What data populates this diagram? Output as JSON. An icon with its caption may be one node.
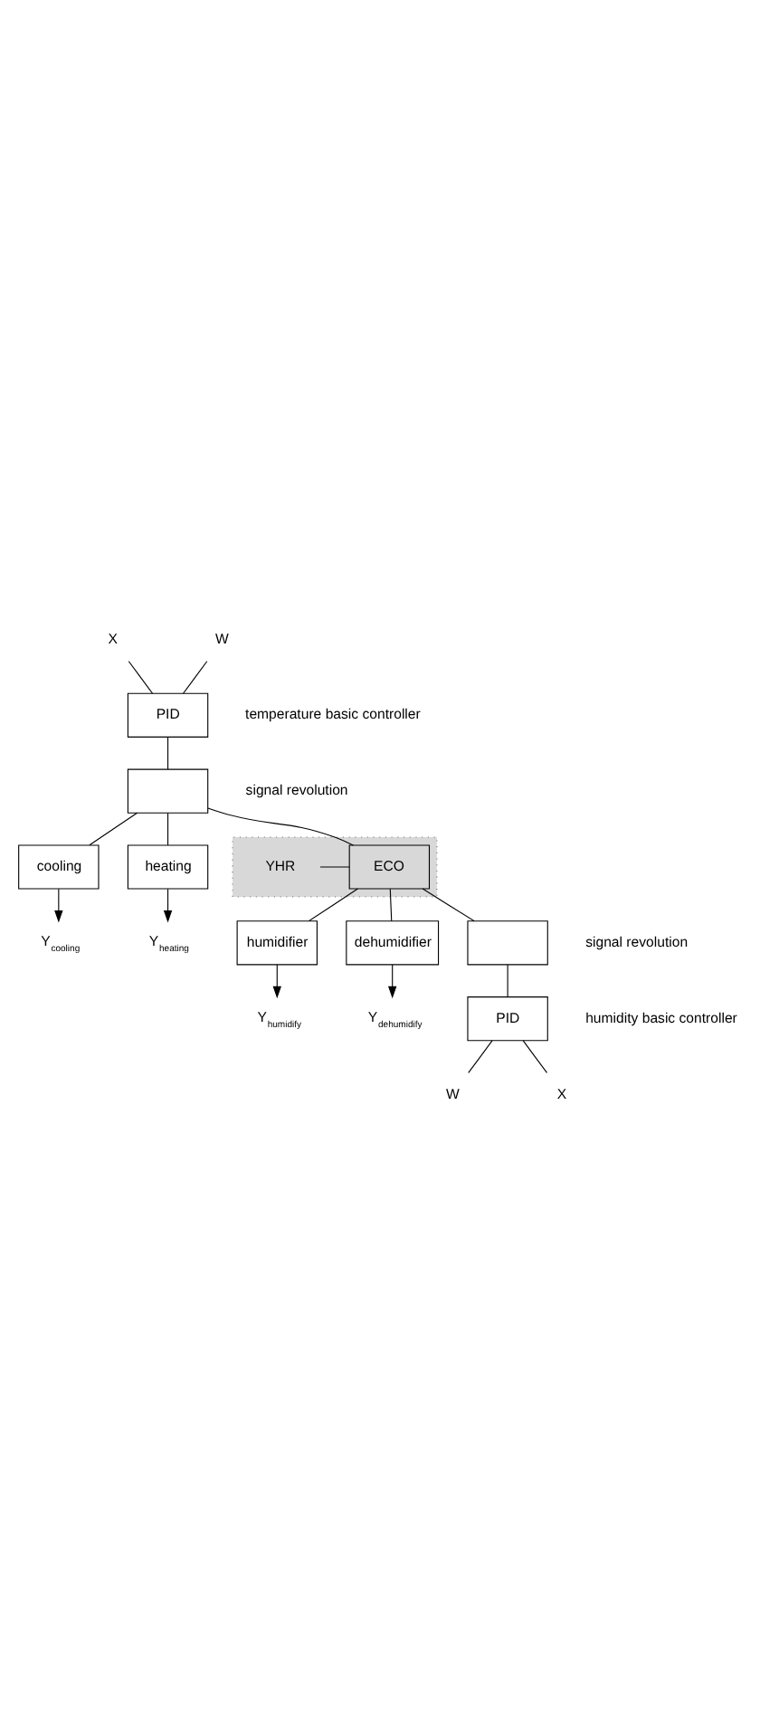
{
  "diagram": {
    "nodes": [
      {
        "text": [
          "X"
        ]
      },
      {
        "text": [
          "W"
        ]
      },
      {
        "text": [
          "PID"
        ],
        "beside": [
          "temperature basic controller"
        ]
      },
      {
        "text": [],
        "shape": "box",
        "beside": [
          "signal revolution"
        ]
      },
      {
        "text": [
          "cooling"
        ]
      },
      {
        "text": [
          "heating"
        ]
      },
      {
        "text": [
          "Y$_{cooling}$"
        ]
      },
      {
        "text": [
          "Y$_{heating}$"
        ]
      },
      {
        "text": [],
        "shape": "box"
      },
      {
        "text": [
          "ECO"
        ],
        "in": 8
      },
      {
        "text": [
          "YHR"
        ],
        "in": 8
      },
      {
        "text": [
          "Y$_{humidify}$"
        ]
      },
      {
        "text": [
          "Y$_{dehumidify}$"
        ]
      },
      {
        "text": [
          "humidifier"
        ]
      },
      {
        "text": [
          "dehumidifier"
        ]
      },
      {
        "text": [],
        "shape": "box",
        "beside": [
          "signal revolution"
        ]
      },
      {
        "text": [
          "PID"
        ],
        "beside": [
          "humidity basic controller"
        ]
      },
      {
        "text": [
          "W"
        ]
      },
      {
        "text": [
          "X"
        ]
      }
    ],
    "edges": [
      {
        "from": 0,
        "to": 2,
        "arrow": "none"
      },
      {
        "from": 1,
        "to": 2,
        "arrow": "none"
      },
      {
        "from": 2,
        "to": 3,
        "arrow": "none"
      },
      {
        "from": 3,
        "to": 4,
        "arrow": "none"
      },
      {
        "from": 3,
        "to": 5,
        "arrow": "none"
      },
      {
        "from": 3,
        "to": 9,
        "arrow": "none"
      },
      {
        "from": 4,
        "to": 6,
        "arrow": "to"
      },
      {
        "from": 5,
        "to": 7,
        "arrow": "to"
      },
      {
        "from": 9,
        "to": 10,
        "arrow": "none"
      },
      {
        "from": 9,
        "to": 13,
        "arrow": "none"
      },
      {
        "from": 9,
        "to": 14,
        "arrow": "none"
      },
      {
        "from": 9,
        "to": 15,
        "arrow": "none"
      },
      {
        "from": 13,
        "to": 11,
        "arrow": "to"
      },
      {
        "from": 14,
        "to": 12,
        "arrow": "to"
      },
      {
        "from": 15,
        "to": 16,
        "arrow": "none"
      },
      {
        "from": 16,
        "to": 17,
        "arrow": "none"
      },
      {
        "from": 16,
        "to": 18,
        "arrow": "none"
      }
    ]
  }
}
